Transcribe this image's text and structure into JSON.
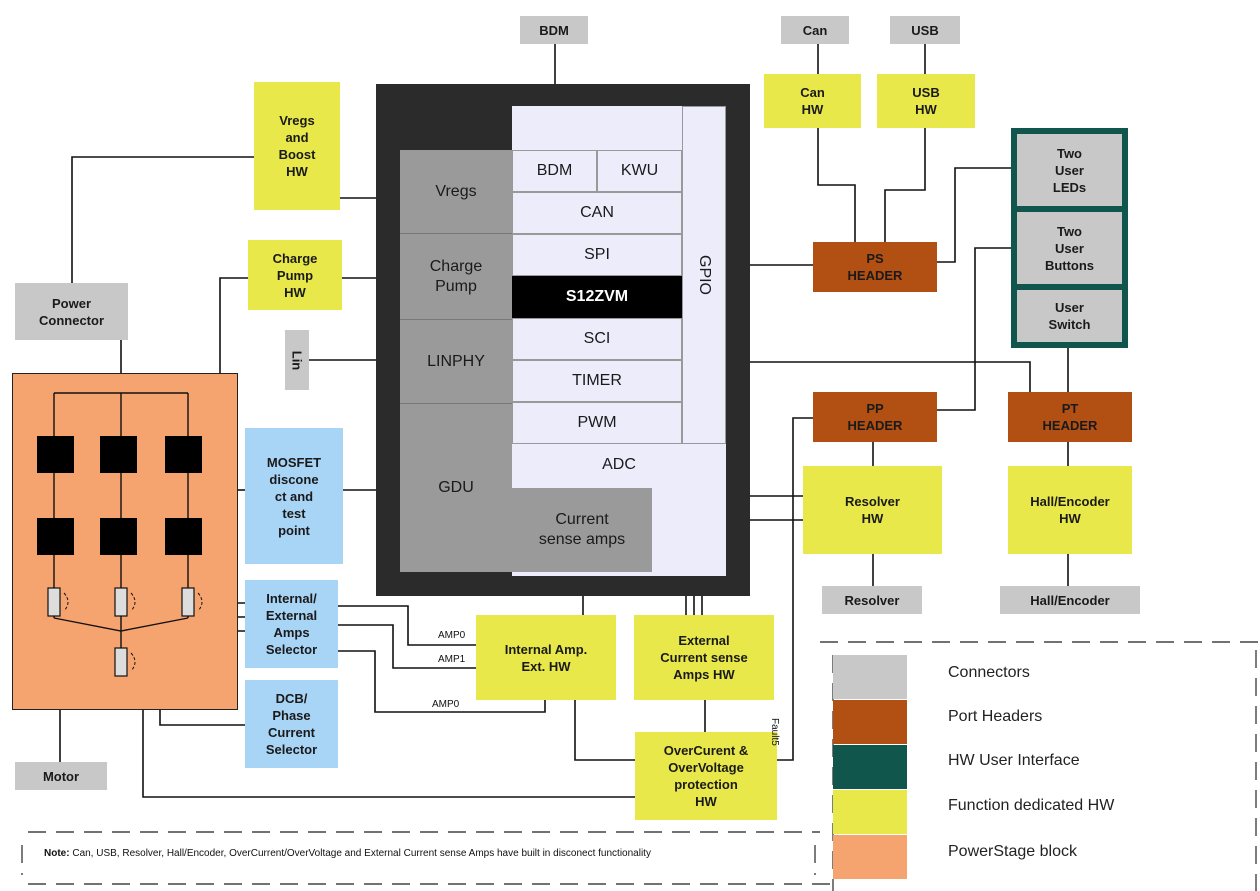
{
  "connectors": {
    "bdm": "BDM",
    "can": "Can",
    "usb": "USB",
    "power": "Power\nConnector",
    "lin": "Lin",
    "motor": "Motor",
    "resolver": "Resolver",
    "hall_encoder": "Hall/Encoder"
  },
  "hw": {
    "vregs_boost": "Vregs\nand\nBoost\nHW",
    "charge_pump": "Charge\nPump\nHW",
    "can_hw": "Can\nHW",
    "usb_hw": "USB\nHW",
    "resolver_hw": "Resolver\nHW",
    "hall_hw": "Hall/Encoder\nHW",
    "internal_amp": "Internal Amp.\nExt. HW",
    "external_amps": "External\nCurrent sense\nAmps HW",
    "overcurrent": "OverCurent &\nOverVoltage\nprotection\nHW"
  },
  "selectors": {
    "mosfet": "MOSFET\ndiscone\nct and\ntest\npoint",
    "amps_selector": "Internal/\nExternal\nAmps\nSelector",
    "dcb_selector": "DCB/\nPhase\nCurrent\nSelector"
  },
  "headers": {
    "ps": "PS\nHEADER",
    "pp": "PP\nHEADER",
    "pt": "PT\nHEADER"
  },
  "user_interface": {
    "leds": "Two\nUser\nLEDs",
    "buttons": "Two\nUser\nButtons",
    "switch": "User\nSwitch"
  },
  "mcu": {
    "vregs": "Vregs",
    "charge_pump": "Charge\nPump",
    "linphy": "LINPHY",
    "gdu": "GDU",
    "bdm": "BDM",
    "kwu": "KWU",
    "can": "CAN",
    "spi": "SPI",
    "chip": "S12ZVM",
    "sci": "SCI",
    "timer": "TIMER",
    "pwm": "PWM",
    "adc": "ADC",
    "current_sense": "Current\nsense amps",
    "gpio": "GPIO"
  },
  "signals": {
    "amp0_a": "AMP0",
    "amp1": "AMP1",
    "amp0_b": "AMP0",
    "fault5": "Fault5"
  },
  "legend": [
    {
      "label": "Connectors",
      "color": "#c8c8c8"
    },
    {
      "label": "Port Headers",
      "color": "#b24f12"
    },
    {
      "label": "HW User Interface",
      "color": "#11564d"
    },
    {
      "label": "Function dedicated HW",
      "color": "#e8e84a"
    },
    {
      "label": "PowerStage block",
      "color": "#f5a36f"
    }
  ],
  "note": {
    "bold": "Note:",
    "text": " Can, USB, Resolver, Hall/Encoder, OverCurrent/OverVoltage and External Current sense Amps have built in disconect functionality"
  }
}
